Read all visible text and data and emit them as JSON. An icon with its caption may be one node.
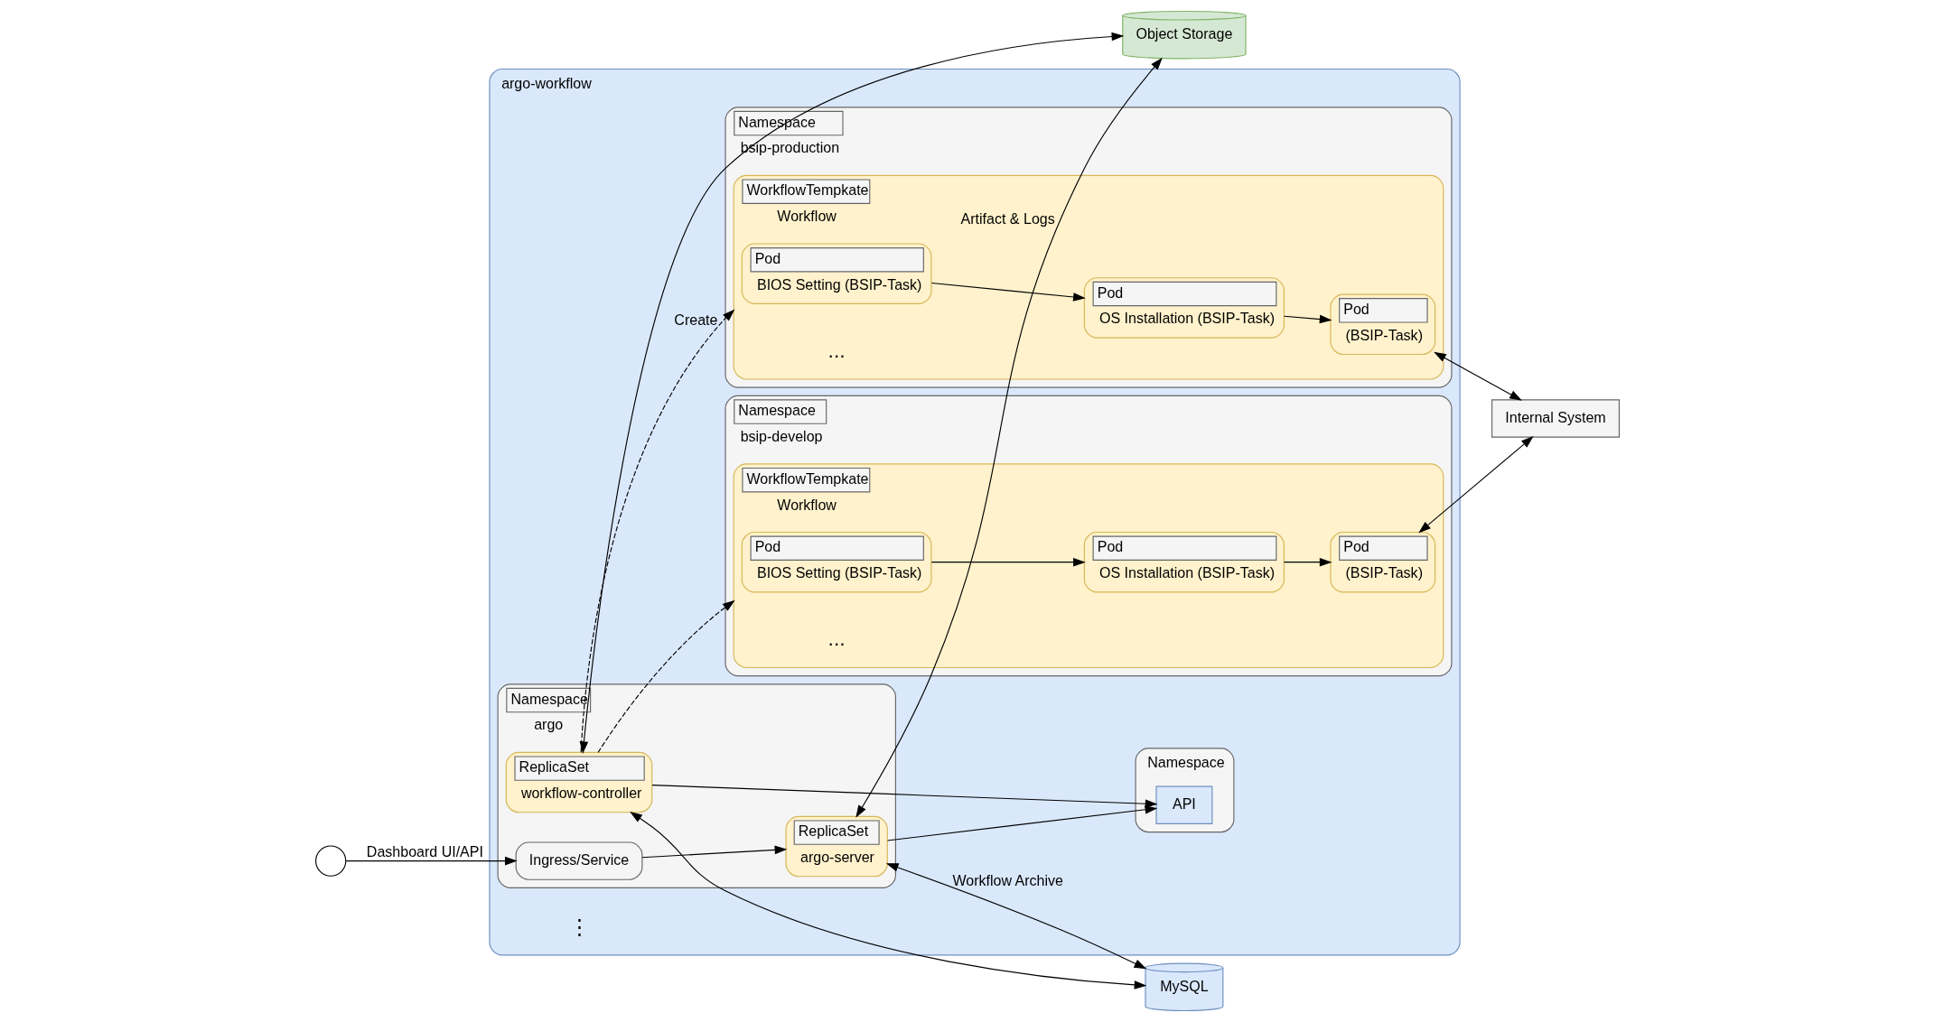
{
  "diagram": {
    "nodes": [
      {
        "text": [],
        "shape": "person"
      },
      {
        "text": [
          "Object Storage"
        ]
      },
      {
        "text": [
          "MySQL"
        ]
      },
      {
        "text": [
          "argo-workflow"
        ]
      },
      {
        "text": [
          "Namespace",
          "argo"
        ],
        "in": 3
      },
      {
        "text": [
          "Ingress/Service"
        ],
        "in": 4
      },
      {
        "text": [
          "ReplicaSet",
          "argo-server"
        ],
        "in": 4
      },
      {
        "text": [
          "ReplicaSet",
          "workflow-controller"
        ],
        "in": 4
      },
      {
        "text": [
          "Namespace"
        ],
        "in": 3
      },
      {
        "text": [
          "API"
        ],
        "in": 8
      },
      {
        "text": [
          "Namespace",
          "bsip-production"
        ],
        "in": 3
      },
      {
        "text": [
          "WorkflowTempkate",
          "Workflow"
        ],
        "in": 10
      },
      {
        "text": [
          "Pod",
          "BIOS Setting (BSIP-Task)"
        ],
        "in": 11
      },
      {
        "text": [
          "Pod",
          "OS Installation (BSIP-Task)"
        ],
        "in": 11
      },
      {
        "text": [
          "Pod",
          "(BSIP-Task)"
        ],
        "in": 11
      },
      {
        "text": [
          "Namespace",
          "bsip-develop"
        ],
        "in": 3
      },
      {
        "text": [
          "WorkflowTempkate",
          "Workflow"
        ],
        "in": 15
      },
      {
        "text": [
          "Pod",
          "BIOS Setting (BSIP-Task)"
        ],
        "in": 16
      },
      {
        "text": [
          "Pod",
          "OS Installation (BSIP-Task)"
        ],
        "in": 16
      },
      {
        "text": [
          "Pod",
          "(BSIP-Task)"
        ],
        "in": 16
      },
      {
        "text": [
          "Internal System"
        ]
      }
    ],
    "edges": [
      {
        "from": 0,
        "to": 5,
        "arrow": "to",
        "label": "Dashboard UI/API"
      },
      {
        "from": 5,
        "to": 6,
        "arrow": "to"
      },
      {
        "from": 6,
        "to": 1,
        "arrow": "both",
        "label": "Artifact & Logs"
      },
      {
        "from": 6,
        "to": 2,
        "arrow": "both",
        "label": "Workflow Archive"
      },
      {
        "from": 7,
        "to": 1,
        "arrow": "both"
      },
      {
        "from": 7,
        "to": 2,
        "arrow": "both"
      },
      {
        "from": 6,
        "to": 9,
        "arrow": "to"
      },
      {
        "from": 7,
        "to": 9,
        "arrow": "to"
      },
      {
        "from": 7,
        "to": 11,
        "arrow": "to",
        "style": "dashed",
        "label": "Create"
      },
      {
        "from": 7,
        "to": 16,
        "arrow": "to",
        "style": "dashed"
      },
      {
        "from": 12,
        "to": 13,
        "arrow": "to"
      },
      {
        "from": 13,
        "to": 14,
        "arrow": "to"
      },
      {
        "from": 17,
        "to": 18,
        "arrow": "to"
      },
      {
        "from": 18,
        "to": 19,
        "arrow": "to"
      },
      {
        "from": 14,
        "to": 20,
        "arrow": "both"
      },
      {
        "from": 19,
        "to": 20,
        "arrow": "both"
      }
    ],
    "labels": [
      "...",
      "...",
      "⋮"
    ]
  }
}
